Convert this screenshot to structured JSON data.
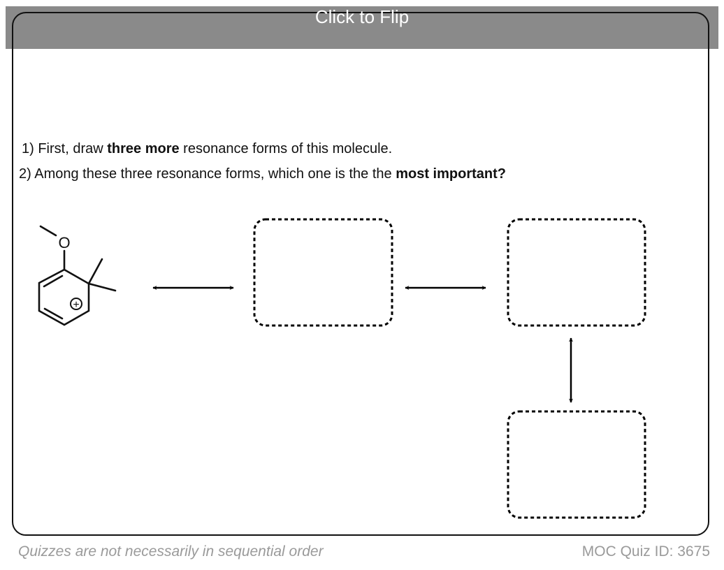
{
  "header": {
    "title": "Click to Flip"
  },
  "question": {
    "line1_pre": "1) First, draw ",
    "line1_bold": "three more",
    "line1_post": " resonance forms of this molecule.",
    "line2_pre": "2) Among these three resonance forms, which one is the the ",
    "line2_bold": "most important?"
  },
  "molecule": {
    "atom_label": "O",
    "charge": "+"
  },
  "footer": {
    "note": "Quizzes are not necessarily in sequential order",
    "quiz_id": "MOC Quiz ID: 3675"
  }
}
